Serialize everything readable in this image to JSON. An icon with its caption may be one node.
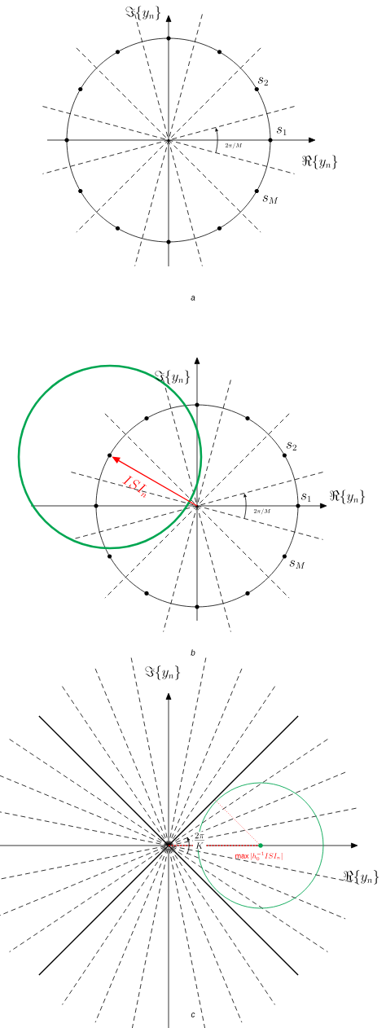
{
  "diagram": {
    "labels": [
      "\\Im\\{y_n\\}",
      "s_2",
      "s_1",
      "\\Re\\{y_n\\}",
      "s_M",
      "2\\pi/M",
      "a",
      "\\Im\\{y_n\\}",
      "ISI_n",
      "s_2",
      "s_1",
      "\\Re\\{y_n\\}",
      "s_M",
      "2\\pi/M",
      "b",
      "\\Im\\{y_n\\}",
      "\\frac{2\\pi}{K}",
      "\\max|h_0^{-1}ISI_n|",
      "\\Re\\{y_n\\}",
      "c"
    ]
  }
}
